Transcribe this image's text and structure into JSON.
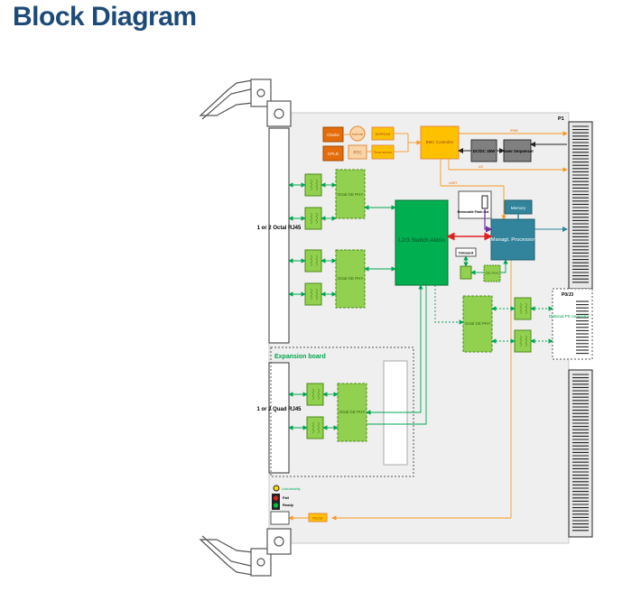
{
  "page_title": "Block Diagram",
  "colors": {
    "board": "#efefef",
    "orange": "#ffc000",
    "dark_orange": "#e46c0a",
    "switch_green": "#00b050",
    "phy_green": "#92d050",
    "blue": "#31849b",
    "arrow_green": "#00a650",
    "orange_line": "#f59a23",
    "red_line": "#e02020",
    "purple_line": "#7030a0",
    "gray_box": "#808080"
  },
  "labels": {
    "clocks": "Clocks",
    "cpld": "CPLD",
    "supercap": "supercap",
    "rtc": "RTC",
    "eeprom": "EEPROM",
    "temp_sensor": "Temp sensor",
    "bmc": "BMC Controller",
    "dcdc": "DC/DC 35W",
    "power_seq": "Power Sequencer",
    "ipmb": "IPMB",
    "i2c": "I2C",
    "uart": "UART",
    "switch": "L2/3 Switch Aldrin",
    "flash": "Removable Flash slot",
    "memory": "Memory",
    "mgmt_proc": "Managt. Processor",
    "onboard": "Onboard",
    "ge_phy": "GE PHY",
    "octal_ge_phy": "Octal GE PHY",
    "octal_rj45": "1 or 2 Octal RJ45",
    "quad_rj45": "1 or 2 Quad RJ45",
    "expansion": "Expansion board",
    "p1": "P1",
    "p0": "P0/J3",
    "optional_p0": "Optional P0 connector",
    "link_activity": "Link/activity",
    "fail": "Fail",
    "ready": "Ready",
    "rs232": "RS232"
  }
}
